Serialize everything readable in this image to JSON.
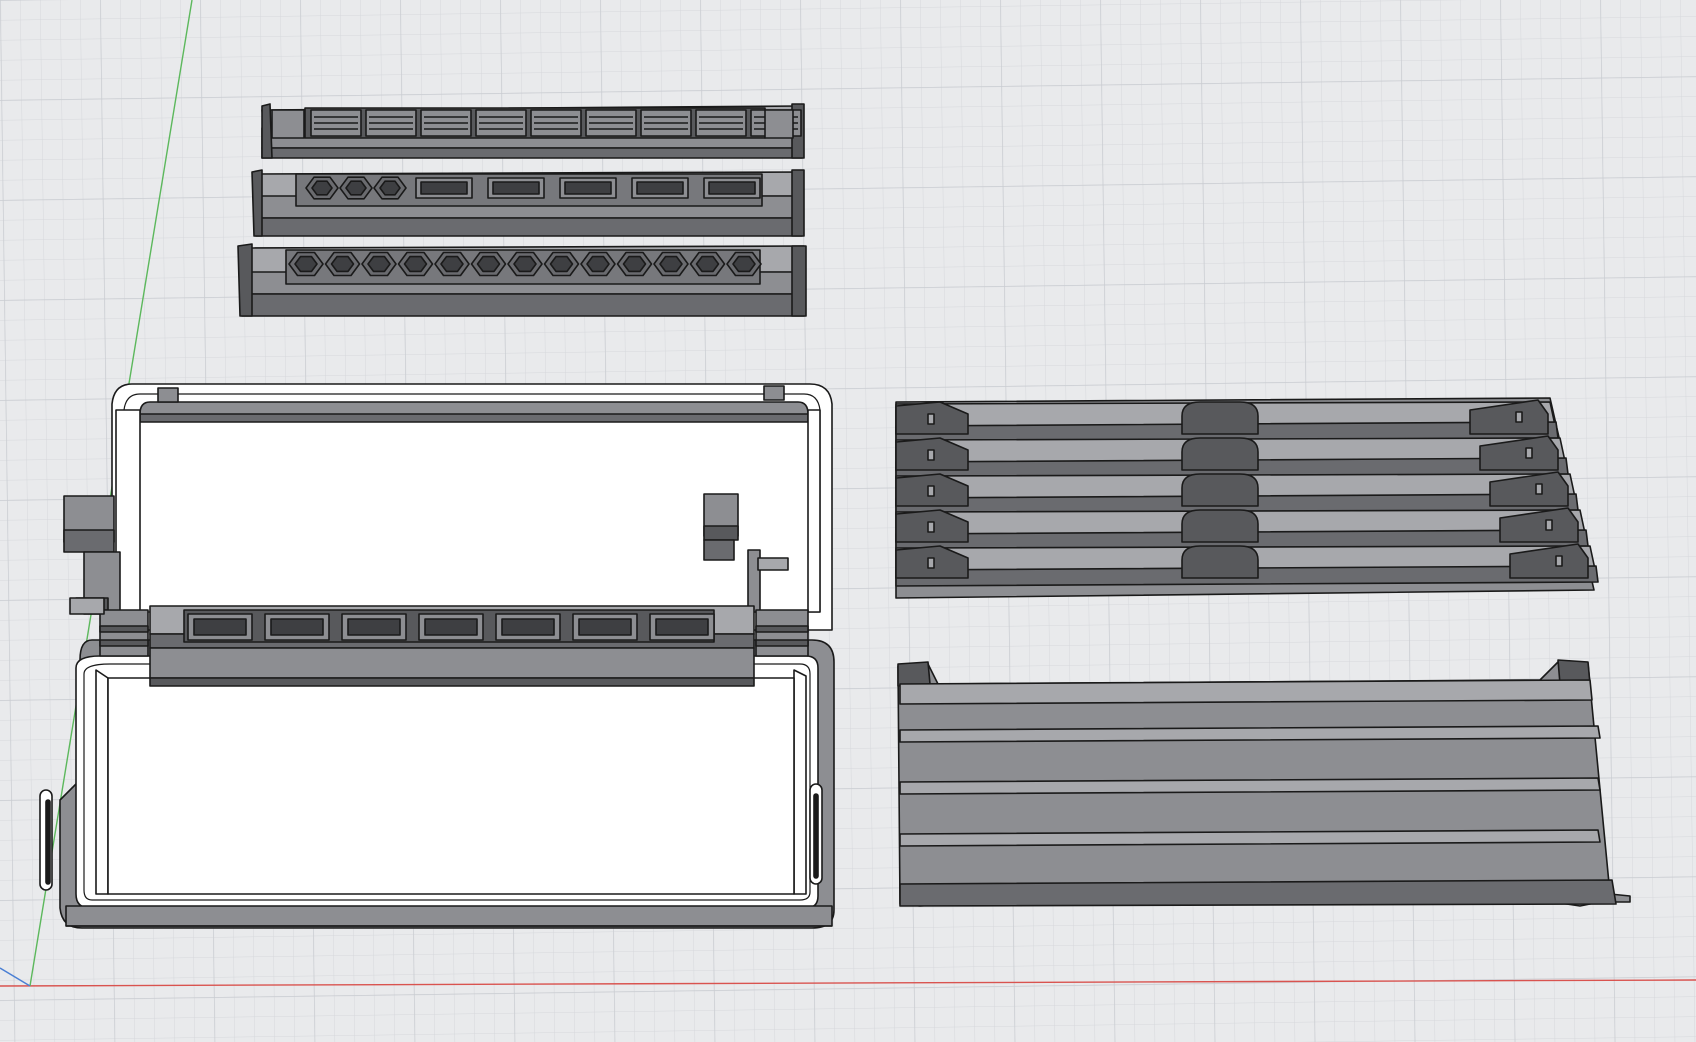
{
  "viewport": {
    "background": "#e9eaec",
    "grid_minor_color": "#d6d8dc",
    "grid_major_color": "#c9ccd1",
    "axis_x_color": "#d9534f",
    "axis_y_color": "#5cb85c",
    "axis_z_color": "#4a7fd4"
  },
  "model_palette": {
    "body": "#8d8e92",
    "body_light": "#a7a8ac",
    "body_dark": "#58595c",
    "edge": "#1a1a1a",
    "cavity": "#3e3f42",
    "case_interior": "#ffffff"
  },
  "objects": [
    {
      "name": "bit-rail-slotted",
      "icon": "bit-holder-rail"
    },
    {
      "name": "bit-rail-mixed",
      "icon": "bit-holder-rail"
    },
    {
      "name": "bit-rail-hex",
      "icon": "bit-holder-rail"
    },
    {
      "name": "open-case-with-hinge",
      "icon": "case-body"
    },
    {
      "name": "multi-rail-tray",
      "icon": "tray"
    },
    {
      "name": "flat-ribbed-tray",
      "icon": "tray"
    }
  ]
}
